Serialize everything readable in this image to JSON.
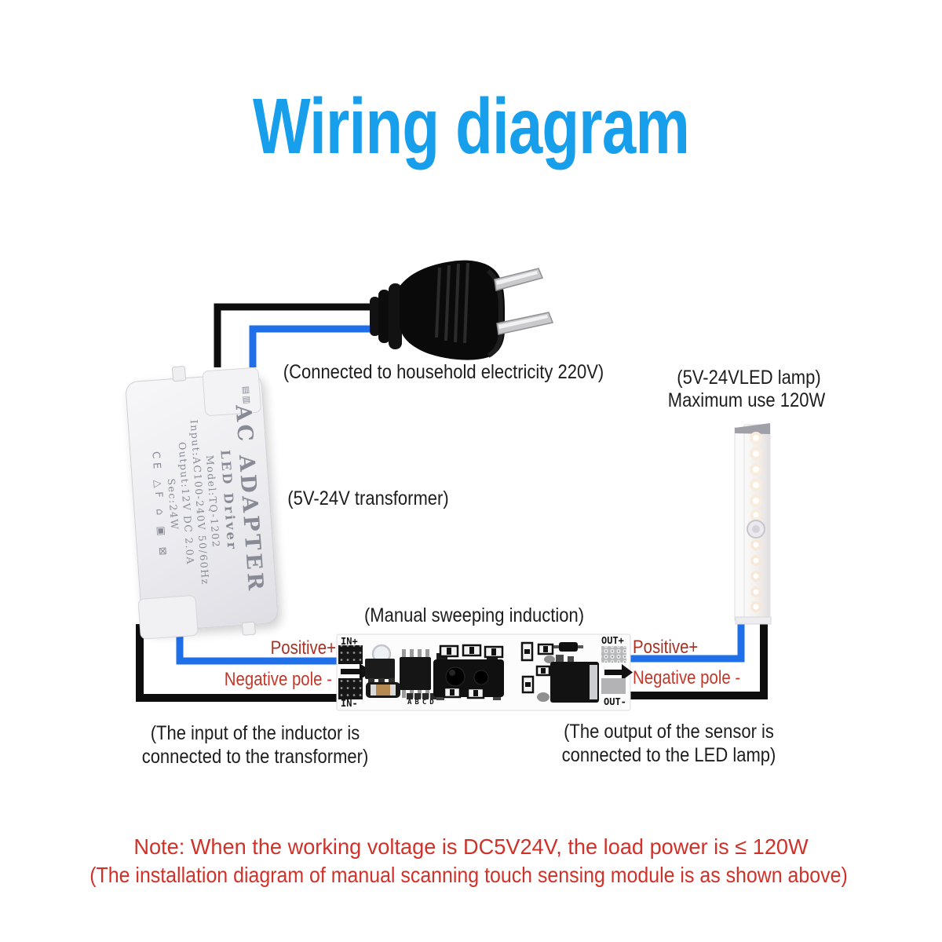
{
  "title": {
    "text": "Wiring diagram",
    "color": "#189fec"
  },
  "captions": {
    "household": "(Connected to household electricity 220V)",
    "transformer": "(5V-24V transformer)",
    "lamp_line1": "(5V-24VLED lamp)",
    "lamp_line2": "Maximum use 120W",
    "induction": "(Manual sweeping induction)",
    "input_line1": "(The input of the inductor is",
    "input_line2": "connected to the transformer)",
    "output_line1": "(The output of the sensor is",
    "output_line2": "connected to the LED lamp)"
  },
  "adapter": {
    "product": "AC ADAPTER",
    "subtitle": "LED Driver",
    "model": "Model:TQ-1202",
    "input": "Input:AC100-240V 50/60Hz",
    "output": "Output:12V DC 2.0A",
    "sec": "Sec:24W",
    "cert_icons_glyphs": "CE △F ⌂ ▣ ⊠",
    "fuse_icons_glyphs": "▤▥"
  },
  "module": {
    "in_plus": "IN+",
    "in_minus": "IN-",
    "out_plus": "OUT+",
    "out_minus": "OUT-",
    "pins": "ABCD",
    "left_positive": "Positive+",
    "left_negative": "Negative pole -",
    "right_positive": "Positive+",
    "right_negative": "Negative pole -"
  },
  "note": {
    "line1": "Note: When the working voltage is DC5V24V, the load power is ≤ 120W",
    "line2": "(The installation diagram of manual scanning touch sensing module is as shown above)"
  },
  "colors": {
    "title_blue": "#189fec",
    "wire_blue": "#1f6fe8",
    "wire_black": "#0d0d0d",
    "positive_red": "#a83325",
    "negative_red": "#c2392b",
    "note_red": "#d0322a",
    "pcb_white": "#fcfcfc"
  }
}
